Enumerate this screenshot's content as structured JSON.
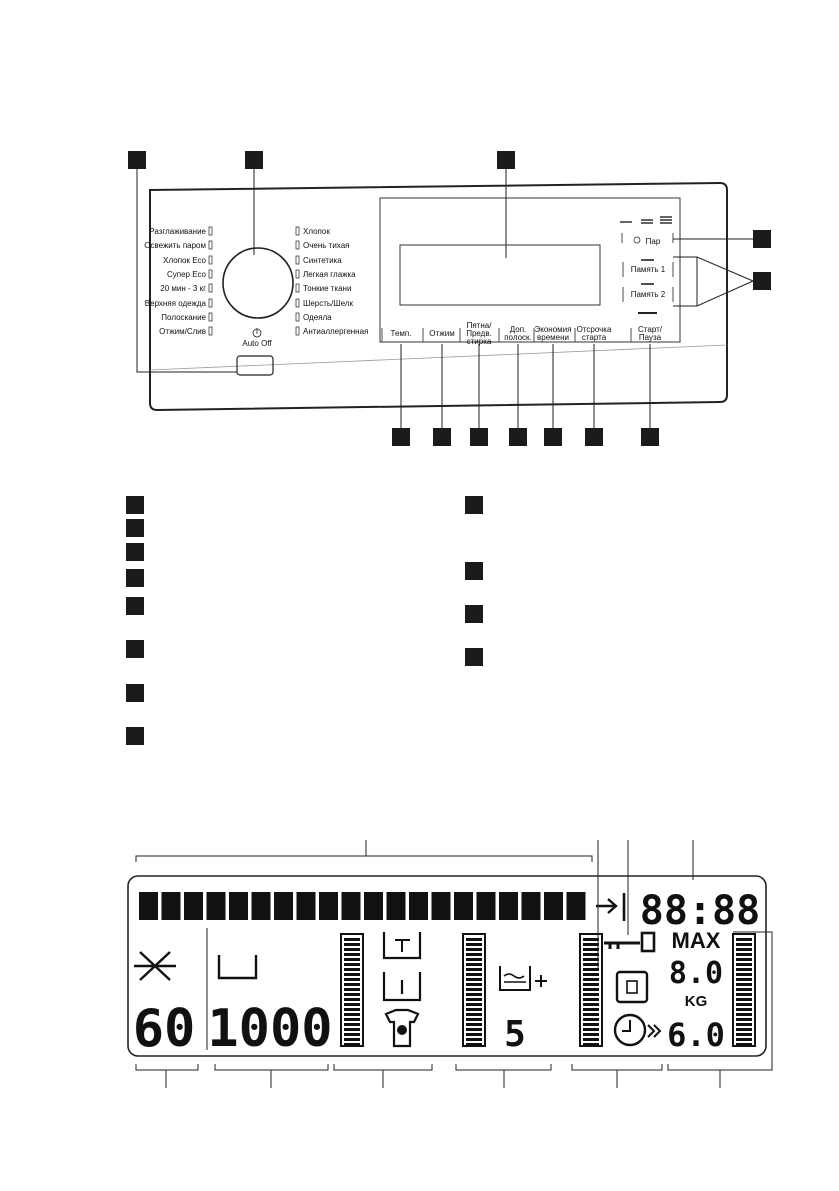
{
  "control_panel": {
    "programs_left": [
      "Разглаживание",
      "Освежить паром",
      "Хлопок Eco",
      "Супер Eco",
      "20 мин - 3 кг",
      "Верхняя одежда",
      "Полоскание",
      "Отжим/Слив"
    ],
    "programs_right": [
      "Хлопок",
      "Очень тихая",
      "Синтетика",
      "Легкая глажка",
      "Тонкие ткани",
      "Шерсть/Шелк",
      "Одеяла",
      "Антиаллергенная"
    ],
    "knob_label": "Auto Off",
    "buttons": [
      {
        "line1": "Темп.",
        "line2": ""
      },
      {
        "line1": "Отжим",
        "line2": ""
      },
      {
        "line1": "Пятна/",
        "line2": "Предв.",
        "line3": "стирка"
      },
      {
        "line1": "Доп.",
        "line2": "полоск."
      },
      {
        "line1": "Экономия",
        "line2": "времени"
      },
      {
        "line1": "Отсрочка",
        "line2": "старта"
      },
      {
        "line1": "Старт/",
        "line2": "Пауза"
      }
    ],
    "right_buttons": {
      "steam": "Пар",
      "memory1": "Память 1",
      "memory2": "Память 2"
    }
  },
  "display": {
    "temperature": "60",
    "spin": "1000",
    "time": "88:88",
    "level": "5",
    "max_label": "MAX",
    "max_value": "8.0",
    "kg_label": "KG",
    "load_value": "6.0"
  }
}
